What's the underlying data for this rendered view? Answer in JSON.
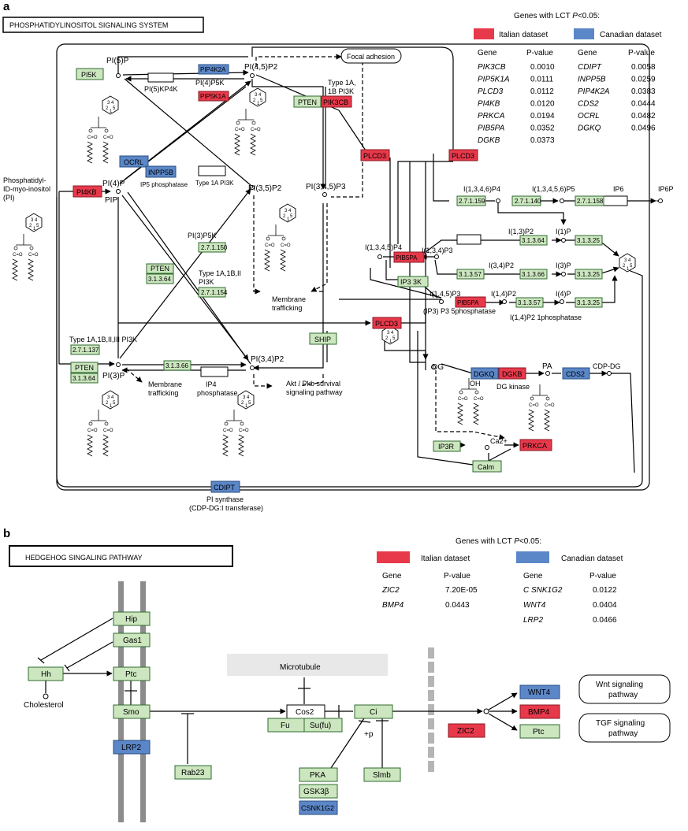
{
  "panel_a": {
    "label": "a",
    "title": "PHOSPHATIDYLINOSITOL SIGNALING SYSTEM",
    "legend": {
      "heading_prefix": "Genes with LCT ",
      "heading_p": "P",
      "heading_suffix": "<0.05:",
      "italian": "Italian dataset",
      "canadian": "Canadian dataset",
      "col_gene": "Gene",
      "col_p": "P-value",
      "italian_rows": [
        {
          "gene": "PIK3CB",
          "p": "0.0010"
        },
        {
          "gene": "PIP5K1A",
          "p": "0.0111"
        },
        {
          "gene": "PLCD3",
          "p": "0.0112"
        },
        {
          "gene": "PI4KB",
          "p": "0.0120"
        },
        {
          "gene": "PRKCA",
          "p": "0.0194"
        },
        {
          "gene": "PIB5PA",
          "p": "0.0352"
        },
        {
          "gene": "DGKB",
          "p": "0.0373"
        }
      ],
      "canadian_rows": [
        {
          "gene": "CDIPT",
          "p": "0.0058"
        },
        {
          "gene": "INPP5B",
          "p": "0.0259"
        },
        {
          "gene": "PIP4K2A",
          "p": "0.0383"
        },
        {
          "gene": "CDS2",
          "p": "0.0444"
        },
        {
          "gene": "OCRL",
          "p": "0.0482"
        },
        {
          "gene": "DGKQ",
          "p": "0.0496"
        }
      ]
    },
    "labels": {
      "pi5p": "PI(5)P",
      "pi45p2": "PI(4,5)P2",
      "focal": "Focal adhesion",
      "pi5kp4k": "PI(5)KP4K",
      "pi4p5k": "PI(4)P5K",
      "type1a_1": "Type 1A,",
      "type1a_2": "1B PI3K",
      "pi_1": "Phosphatidyl-",
      "pi_2": "ID-myo-inositol",
      "pi_3": "(PI)",
      "pi4p": "PI(4)P",
      "pip": "PIP",
      "ip5": "IP5 phosphatase",
      "type1api3k": "Type 1A PI3K",
      "pi35p2": "PI(3,5)P2",
      "pi345p3": "PI(3,4,5)P3",
      "pi3p5k": "PI(3)P5K",
      "type1a1b2_1": "Type 1A,1B,II",
      "type1a1b2_2": "PI3K",
      "membrane": "Membrane",
      "trafficking": "trafficking",
      "type_all": "Type 1A,1B,II,III PI3K",
      "pi3p": "PI(3)P",
      "pi34p2": "PI(3,4)P2",
      "ip4ph_1": "IP4",
      "ip4ph_2": "phosphatase",
      "akt_1": "Akt / Pkb survival",
      "akt_2": "signaling pathway",
      "ip4_1": "I(1,3,4,6)P4",
      "ip5_1": "I(1,3,4,5,6)P5",
      "ip6": "IP6",
      "ip6p": "IP6P",
      "i1345p4": "I(1,3,4,5)P4",
      "i134p3": "I(1,3,4)P3",
      "i13p2": "I(1,3)P2",
      "i1p": "I(1)P",
      "i34p2": "I(3,4)P2",
      "i3p": "I(3)P",
      "i145p3": "I(1,4,5)P3",
      "i14p2": "I(1,4)P2",
      "i4p": "I(4)P",
      "ip3p5": "(IP3) P3 5phosphatase",
      "i14p2ph": "I(1,4)P2 1phosphatase",
      "dg": "DG",
      "pa": "PA",
      "cdpdg": "CDP-DG",
      "oh": "OH",
      "dgkinase": "DG kinase",
      "ca2": "Ca2+",
      "pisyn_1": "PI synthase",
      "pisyn_2": "(CDP-DG:I transferase)"
    },
    "boxes": {
      "pi5k": "PI5K",
      "pip4k2a": "PIP4K2A",
      "pip5k1a": "PIP5K1A",
      "pten1": "PTEN",
      "pik3cb": "PIK3CB",
      "ocrl": "OCRL",
      "inpp5b": "INPP5B",
      "pi4kb": "PI4KB",
      "plcd3a": "PLCD3",
      "plcd3b": "PLCD3",
      "plcd3c": "PLCD3",
      "ec_27115": "2.7.1.150",
      "pten2": "PTEN",
      "ec_31364a": "3.1.3.64",
      "ec_27115b": "2.7.1.154",
      "ec_271137": "2.7.1.137",
      "pten3": "PTEN",
      "ec_31364b": "3.1.3.64",
      "ec_31366a": "3.1.3.66",
      "ship": "SHIP",
      "ec_271159": "2.7.1.159",
      "ec_27114": "2.7.1.140",
      "ec_271158": "2.7.1.158",
      "ec_31364c": "3.1.3.64",
      "ec_31325a": "3.1.3.25",
      "pib5pa1": "PIB5PA",
      "ip3k": "IP3 3K",
      "ec_31357a": "3.1.3.57",
      "ec_31366b": "3.1.3.66",
      "ec_31325b": "3.1.3.25",
      "pib5pa2": "PIB5PA",
      "ec_31357b": "3.1.3.57",
      "ec_31325c": "3.1.3.25",
      "dgkq": "DGKQ",
      "dgkb": "DGKB",
      "cds2": "CDS2",
      "ip3r": "IP3R",
      "prkca": "PRKCA",
      "calm": "Calm",
      "cdipt": "CDIPT"
    }
  },
  "panel_b": {
    "label": "b",
    "title": "HEDGEHOG SINGALING PATHWAY",
    "legend": {
      "heading_prefix": "Genes with LCT ",
      "heading_p": "P",
      "heading_suffix": "<0.05:",
      "italian": "Italian dataset",
      "canadian": "Canadian dataset",
      "col_gene": "Gene",
      "col_p": "P-value",
      "italian_rows": [
        {
          "gene": "ZIC2",
          "p": "7.20E-05"
        },
        {
          "gene": "BMP4",
          "p": "0.0443"
        }
      ],
      "canadian_rows": [
        {
          "gene": "C SNK1G2",
          "p": "0.0122"
        },
        {
          "gene": "WNT4",
          "p": "0.0404"
        },
        {
          "gene": "LRP2",
          "p": "0.0466"
        }
      ]
    },
    "labels": {
      "microtubule": "Microtubule",
      "cholesterol": "Cholesterol",
      "plus_p": "+p",
      "wnt_1": "Wnt signaling",
      "wnt_2": "pathway",
      "tgf_1": "TGF signaling",
      "tgf_2": "pathway"
    },
    "boxes": {
      "hip": "Hip",
      "gas1": "Gas1",
      "hh": "Hh",
      "ptc": "Ptc",
      "smo": "Smo",
      "lrp2": "LRP2",
      "rab23": "Rab23",
      "cos2": "Cos2",
      "fu": "Fu",
      "sufu": "Su(fu)",
      "ci": "Ci",
      "pka": "PKA",
      "gsk3b": "GSK3β",
      "csnk1g2": "CSNK1G2",
      "slmb": "Slmb",
      "zic2": "ZIC2",
      "wnt4": "WNT4",
      "bmp4": "BMP4",
      "ptc2": "Ptc"
    }
  },
  "colors": {
    "italian": "#e8394b",
    "canadian": "#5b87c8",
    "green_box": "#cce6bf",
    "membrane": "#8c8c8c"
  }
}
